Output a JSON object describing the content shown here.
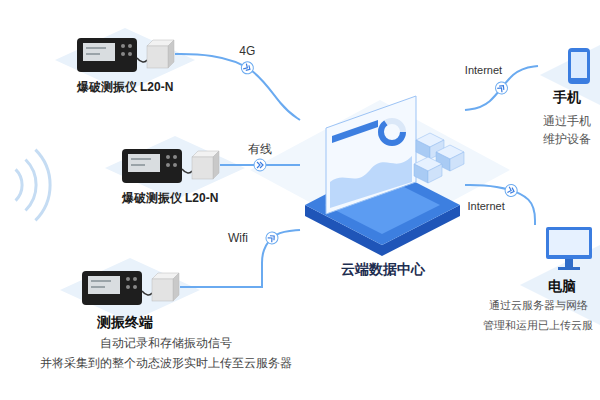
{
  "diagram": {
    "nodes": [
      {
        "text": [
          "爆破测振仪 L20-N"
        ]
      },
      {
        "text": [
          "爆破测振仪 L20-N"
        ]
      },
      {
        "text": [
          "测振终端",
          "自动记录和存储振动信号 并将采集到的整个动态波形实时上传至云服务器"
        ]
      },
      {
        "text": [
          "云端数据中心"
        ]
      },
      {
        "text": [
          "手机",
          "通过手机 维护设备"
        ]
      },
      {
        "text": [
          "电脑",
          "通过云服务器与网络 管理和运用已上传云服"
        ]
      }
    ],
    "edges": [
      {
        "from": 0,
        "to": 3,
        "label": "4G",
        "arrow": "none"
      },
      {
        "from": 1,
        "to": 3,
        "label": "有线",
        "arrow": "none"
      },
      {
        "from": 2,
        "to": 3,
        "label": "Wifi",
        "arrow": "none"
      },
      {
        "from": 3,
        "to": 4,
        "label": "Internet",
        "arrow": "none"
      },
      {
        "from": 3,
        "to": 5,
        "label": "Internet",
        "arrow": "none"
      }
    ]
  }
}
